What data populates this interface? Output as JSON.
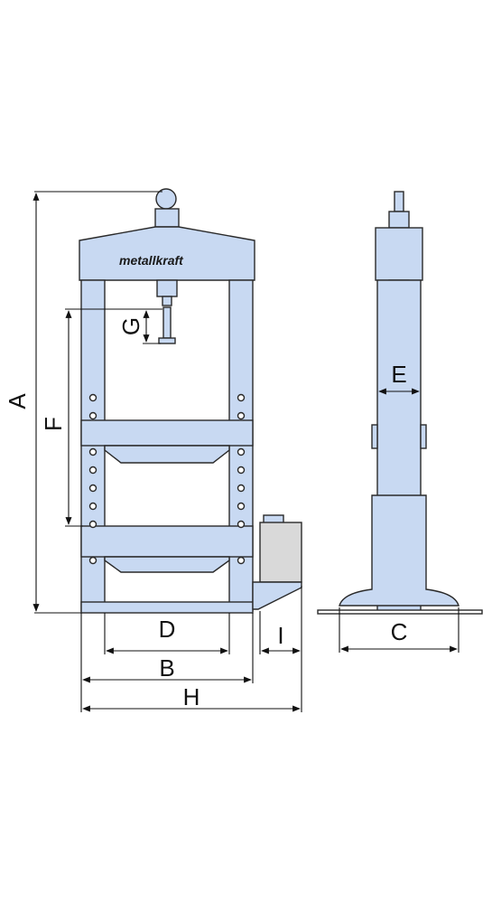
{
  "brand": "metallkraft",
  "dimensions": {
    "A": "A",
    "B": "B",
    "C": "C",
    "D": "D",
    "E": "E",
    "F": "F",
    "G": "G",
    "H": "H",
    "I": "I"
  },
  "colors": {
    "frame_fill": "#c8d9f2",
    "frame_stroke": "#2a2a2a",
    "pump_fill": "#d9d9d9",
    "line": "#111111"
  }
}
